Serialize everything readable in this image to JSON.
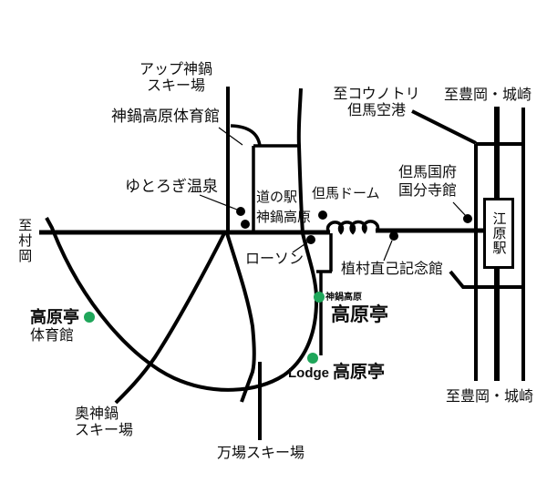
{
  "map": {
    "background": "#ffffff",
    "colors": {
      "road": "#000000",
      "railway": "#000000",
      "poi_marker": "#000000",
      "highlight_marker": "#1fa65a"
    },
    "labels": {
      "up_kannabe": {
        "line1": "アップ神鍋",
        "line2": "スキー場"
      },
      "gymnasium": "神鍋高原体育館",
      "yutorogi": "ゆとろぎ温泉",
      "michinoeki": {
        "line1": "道の駅",
        "line2": "神鍋高原"
      },
      "tajima_dome": "但馬ドーム",
      "airport": {
        "line1": "至コウノトリ",
        "line2": "但馬空港"
      },
      "toyooka_north": "至豊岡・城崎",
      "kokubunji": {
        "line1": "但馬国府",
        "line2": "国分寺館"
      },
      "ebara_station": "江原駅",
      "muraoka": "至村岡",
      "lawson": "ローソン",
      "uemura_memorial": "植村直己記念館",
      "kogentei_gym": {
        "line1": "高原亭",
        "line2": "体育館"
      },
      "kogentei_main": {
        "small": "神鍋高原",
        "name": "高原亭"
      },
      "lodge": {
        "prefix": "Lodge",
        "name": "高原亭"
      },
      "oku_kannabe": {
        "line1": "奥神鍋",
        "line2": "スキー場"
      },
      "manba": "万場スキー場",
      "toyooka_south": "至豊岡・城崎"
    }
  }
}
